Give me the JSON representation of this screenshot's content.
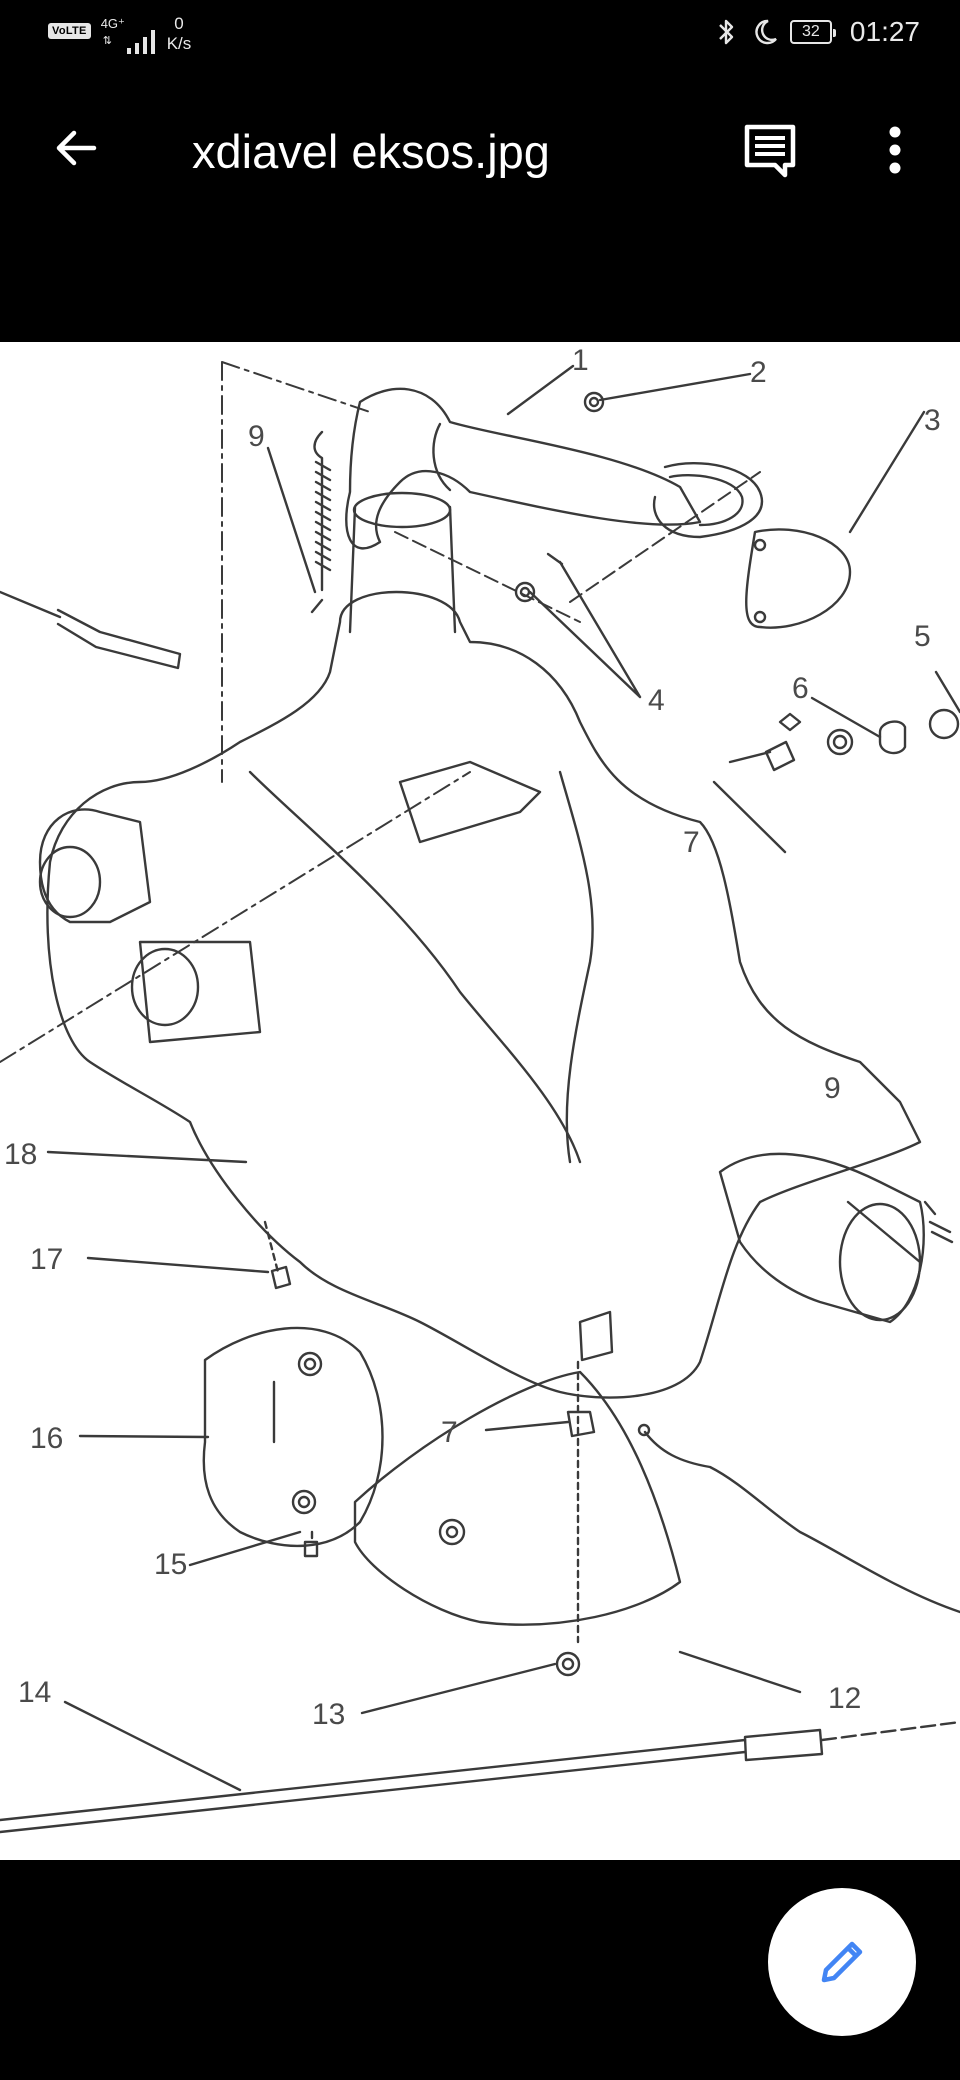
{
  "status_bar": {
    "volte_label": "VoLTE",
    "network_label": "4G⁺",
    "network_sub": "⇅",
    "speed_value": "0",
    "speed_unit": "K/s",
    "battery_level": "32",
    "time": "01:27",
    "icons": [
      "bluetooth-icon",
      "moon-icon",
      "battery-icon"
    ]
  },
  "app_bar": {
    "title": "xdiavel eksos.jpg",
    "icons": [
      "back-arrow-icon",
      "details-icon",
      "more-vert-icon"
    ]
  },
  "image": {
    "callouts": [
      "1",
      "2",
      "3",
      "4",
      "5",
      "6",
      "7",
      "9",
      "9",
      "18",
      "17",
      "16",
      "7",
      "15",
      "14",
      "13",
      "12"
    ]
  },
  "fab": {
    "icon": "pencil-icon",
    "color": "#4285f4"
  }
}
